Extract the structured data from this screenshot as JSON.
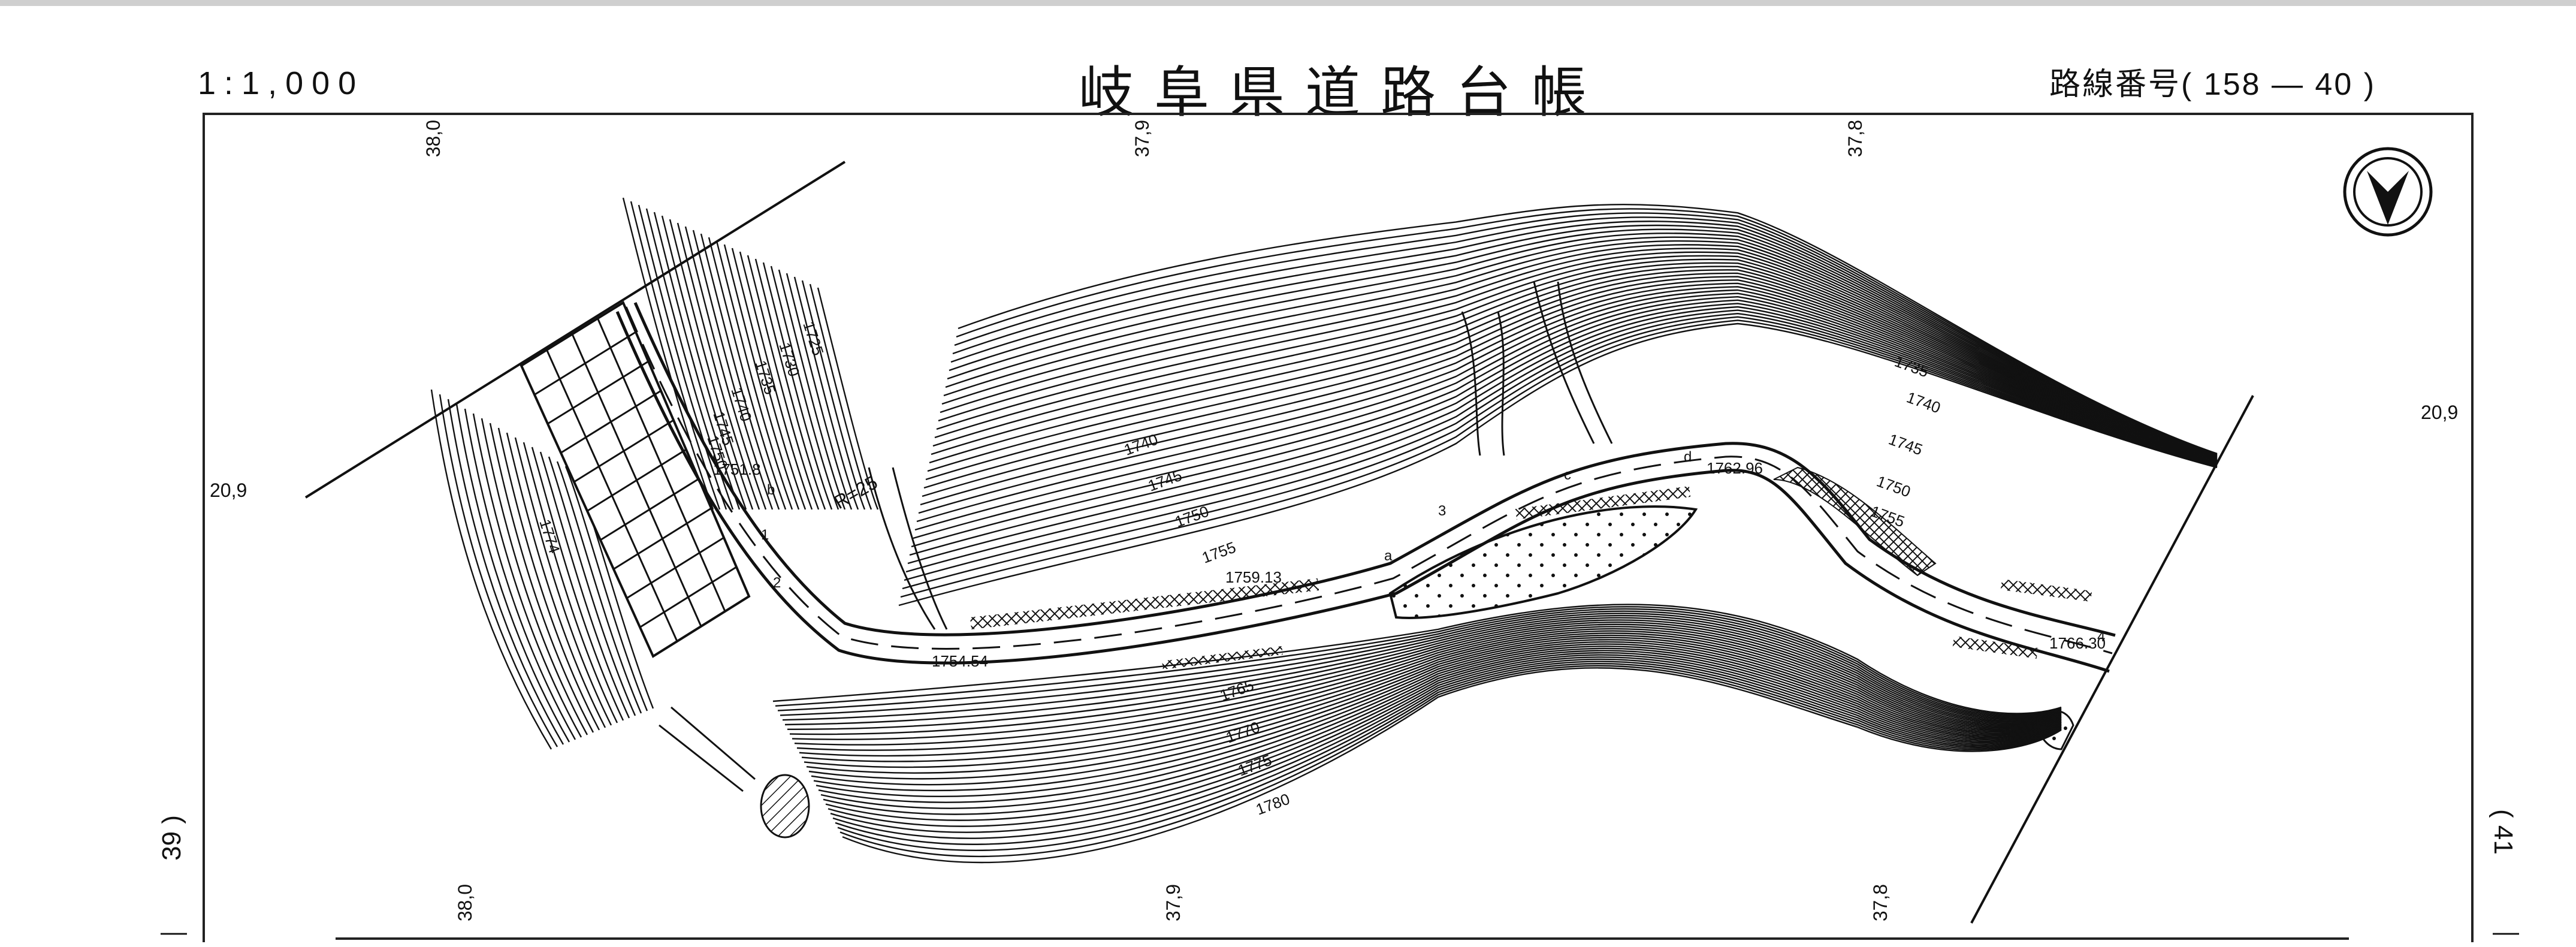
{
  "header": {
    "scale": "1:1,000",
    "title": "岐阜県道路台帳",
    "route_label": "路線番号",
    "route_number": "( 158 — 40 )"
  },
  "grid_labels": {
    "top": [
      "38,0",
      "37,9",
      "37,8"
    ],
    "bottom": [
      "38,0",
      "37,9",
      "37,8"
    ],
    "left": "20,9",
    "right": "20,9"
  },
  "adjacent_sheets": {
    "left": "39 ) ",
    "left_dash": "—",
    "right": "( 41",
    "right_dash": "—"
  },
  "road": {
    "curve_radius": "R=25",
    "elevations": [
      "1751.8",
      "1754.54",
      "1759.13",
      "1762.96",
      "1766.30"
    ],
    "point_marks": [
      "a",
      "b",
      "c",
      "d",
      "1",
      "2",
      "3",
      "4"
    ]
  },
  "contours": {
    "upper_left": [
      "1725",
      "1730",
      "1735",
      "1740",
      "1745",
      "1750"
    ],
    "upper_middle": [
      "1740",
      "1745",
      "1750",
      "1755"
    ],
    "upper_right": [
      "1735",
      "1740",
      "1745",
      "1750",
      "1755"
    ],
    "lower": [
      "1765",
      "1770",
      "1775",
      "1780"
    ],
    "left_slope": "1774"
  },
  "colors": {
    "ink": "#111111",
    "paper": "#ffffff"
  }
}
